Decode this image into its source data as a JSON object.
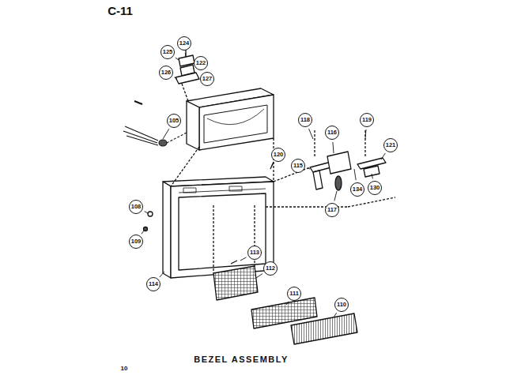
{
  "diagram": {
    "title": "C-11",
    "caption": "BEZEL ASSEMBLY",
    "labels": [
      "124",
      "125",
      "122",
      "126",
      "127",
      "105",
      "120",
      "118",
      "116",
      "119",
      "121",
      "115",
      "117",
      "134",
      "130",
      "108",
      "109",
      "114",
      "113",
      "112",
      "111",
      "110",
      "10"
    ]
  }
}
